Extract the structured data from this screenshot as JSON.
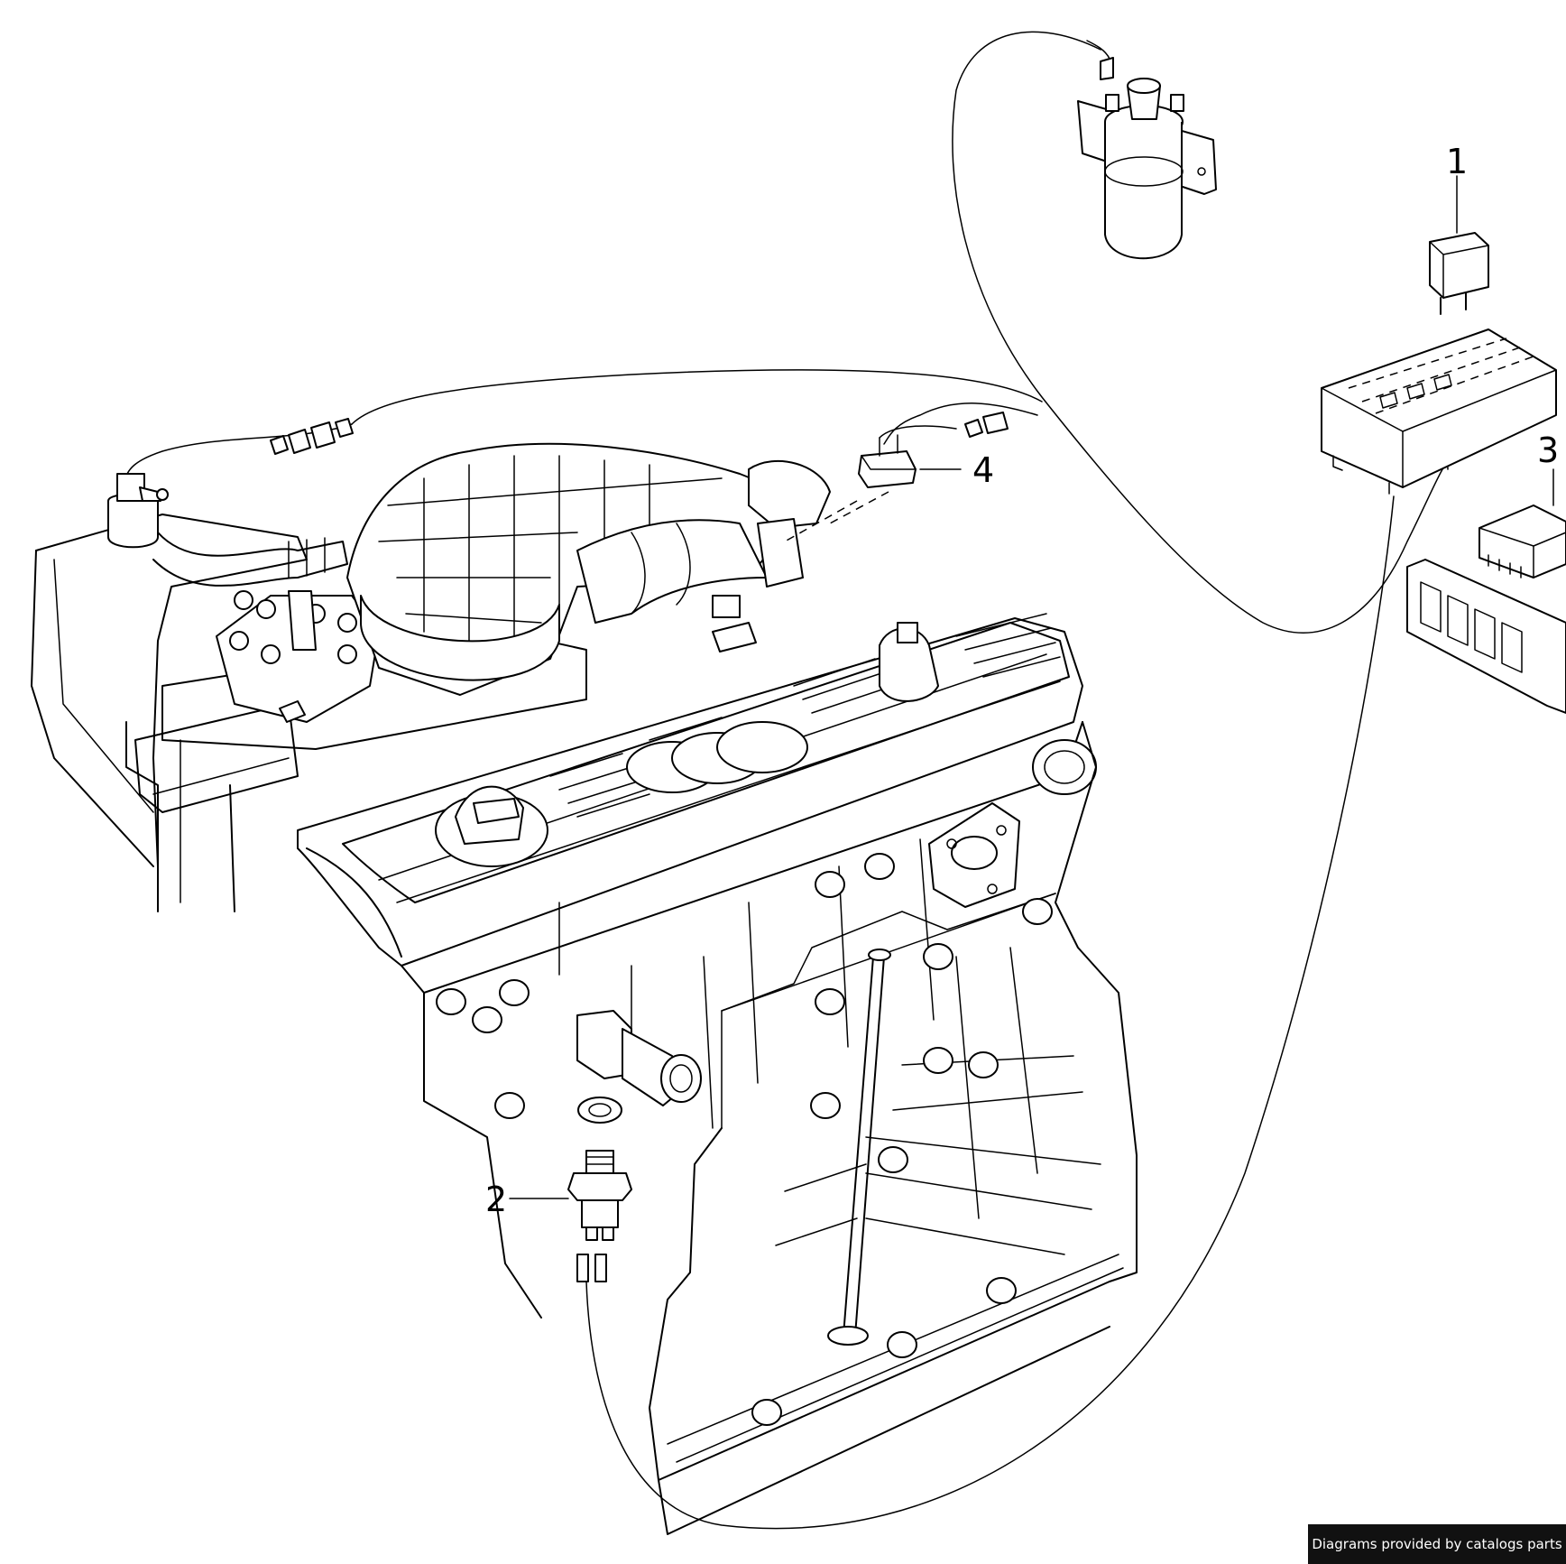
{
  "callouts": {
    "c1": "1",
    "c2": "2",
    "c3": "3",
    "c4": "4"
  },
  "credit": "Diagrams provided by catalogs parts",
  "colors": {
    "line": "#000000",
    "background": "#ffffff",
    "credit_background": "#111111",
    "credit_text": "#ffffff"
  }
}
